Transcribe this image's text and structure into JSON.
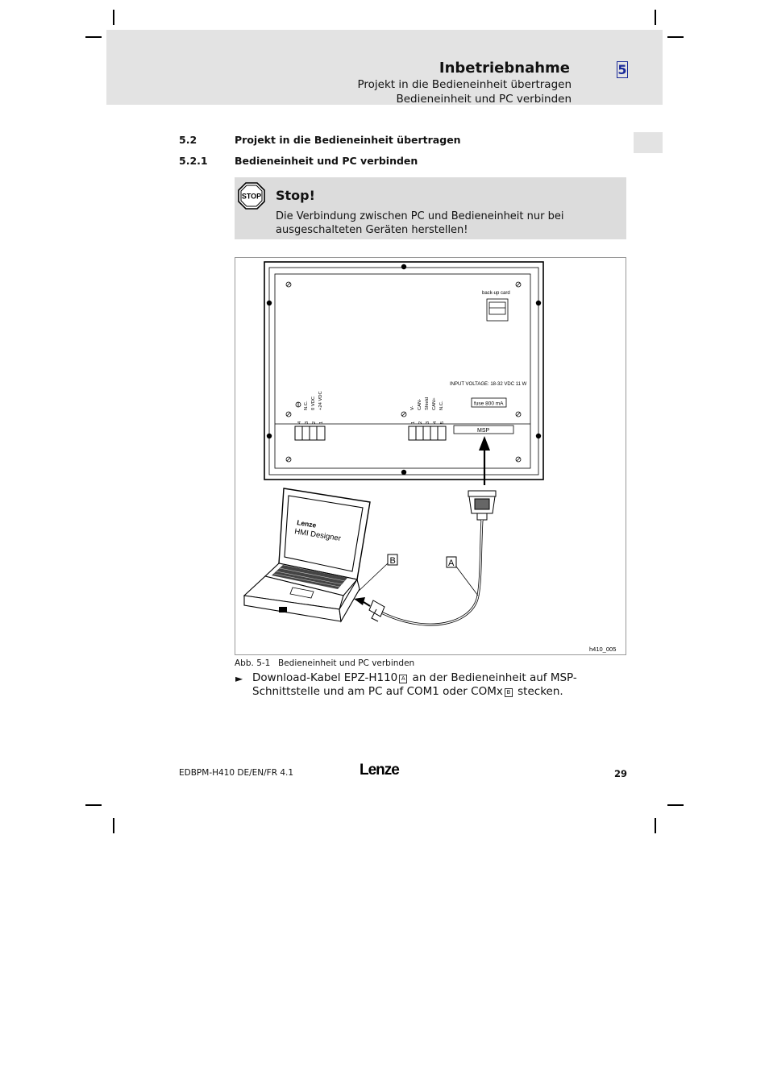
{
  "header": {
    "chapter_title": "Inbetriebnahme",
    "chapter_number": "5",
    "subtitle_1": "Projekt in die Bedieneinheit übertragen",
    "subtitle_2": "Bedieneinheit und PC verbinden"
  },
  "sections": [
    {
      "number": "5.2",
      "title": "Projekt in die Bedieneinheit übertragen"
    },
    {
      "number": "5.2.1",
      "title": "Bedieneinheit und PC verbinden"
    }
  ],
  "stop_notice": {
    "icon": "stop-sign-icon",
    "sign_text": "STOP",
    "title": "Stop!",
    "text": "Die Verbindung zwischen PC und Bedieneinheit nur bei ausgeschalteten Geräten herstellen!"
  },
  "figure": {
    "backup_label": "back-up card",
    "input_voltage": "INPUT VOLTAGE: 18-32 VDC    11 W",
    "fuse_label": "fuse 800 mA",
    "msp_label": "MSP",
    "left_terminal_labels": [
      "N.C.",
      "0 VDC",
      "+24 VDC"
    ],
    "left_terminal_numbers": [
      "4",
      "3",
      "2",
      "1"
    ],
    "right_terminal_labels": [
      "V-",
      "CAN-",
      "Shield",
      "CAN+",
      "N.C."
    ],
    "right_terminal_numbers": [
      "1",
      "2",
      "3",
      "4",
      "5"
    ],
    "laptop_brand": "Lenze",
    "laptop_screen_text": "HMI Designer",
    "callout_a": "A",
    "callout_b": "B",
    "figure_id": "h410_005"
  },
  "caption": {
    "number": "Abb. 5-1",
    "text": "Bedieneinheit  und PC verbinden"
  },
  "instruction": {
    "bullet": "►",
    "part1": "Download-Kabel EPZ-H110",
    "key_a": "A",
    "part2": " an der Bedieneinheit auf MSP-Schnittstelle und am PC auf COM1 oder COMx",
    "key_b": "B",
    "part3": " stecken."
  },
  "footer": {
    "doc_id": "EDBPM-H410  DE/EN/FR  4.1",
    "logo": "Lenze",
    "page_number": "29"
  }
}
